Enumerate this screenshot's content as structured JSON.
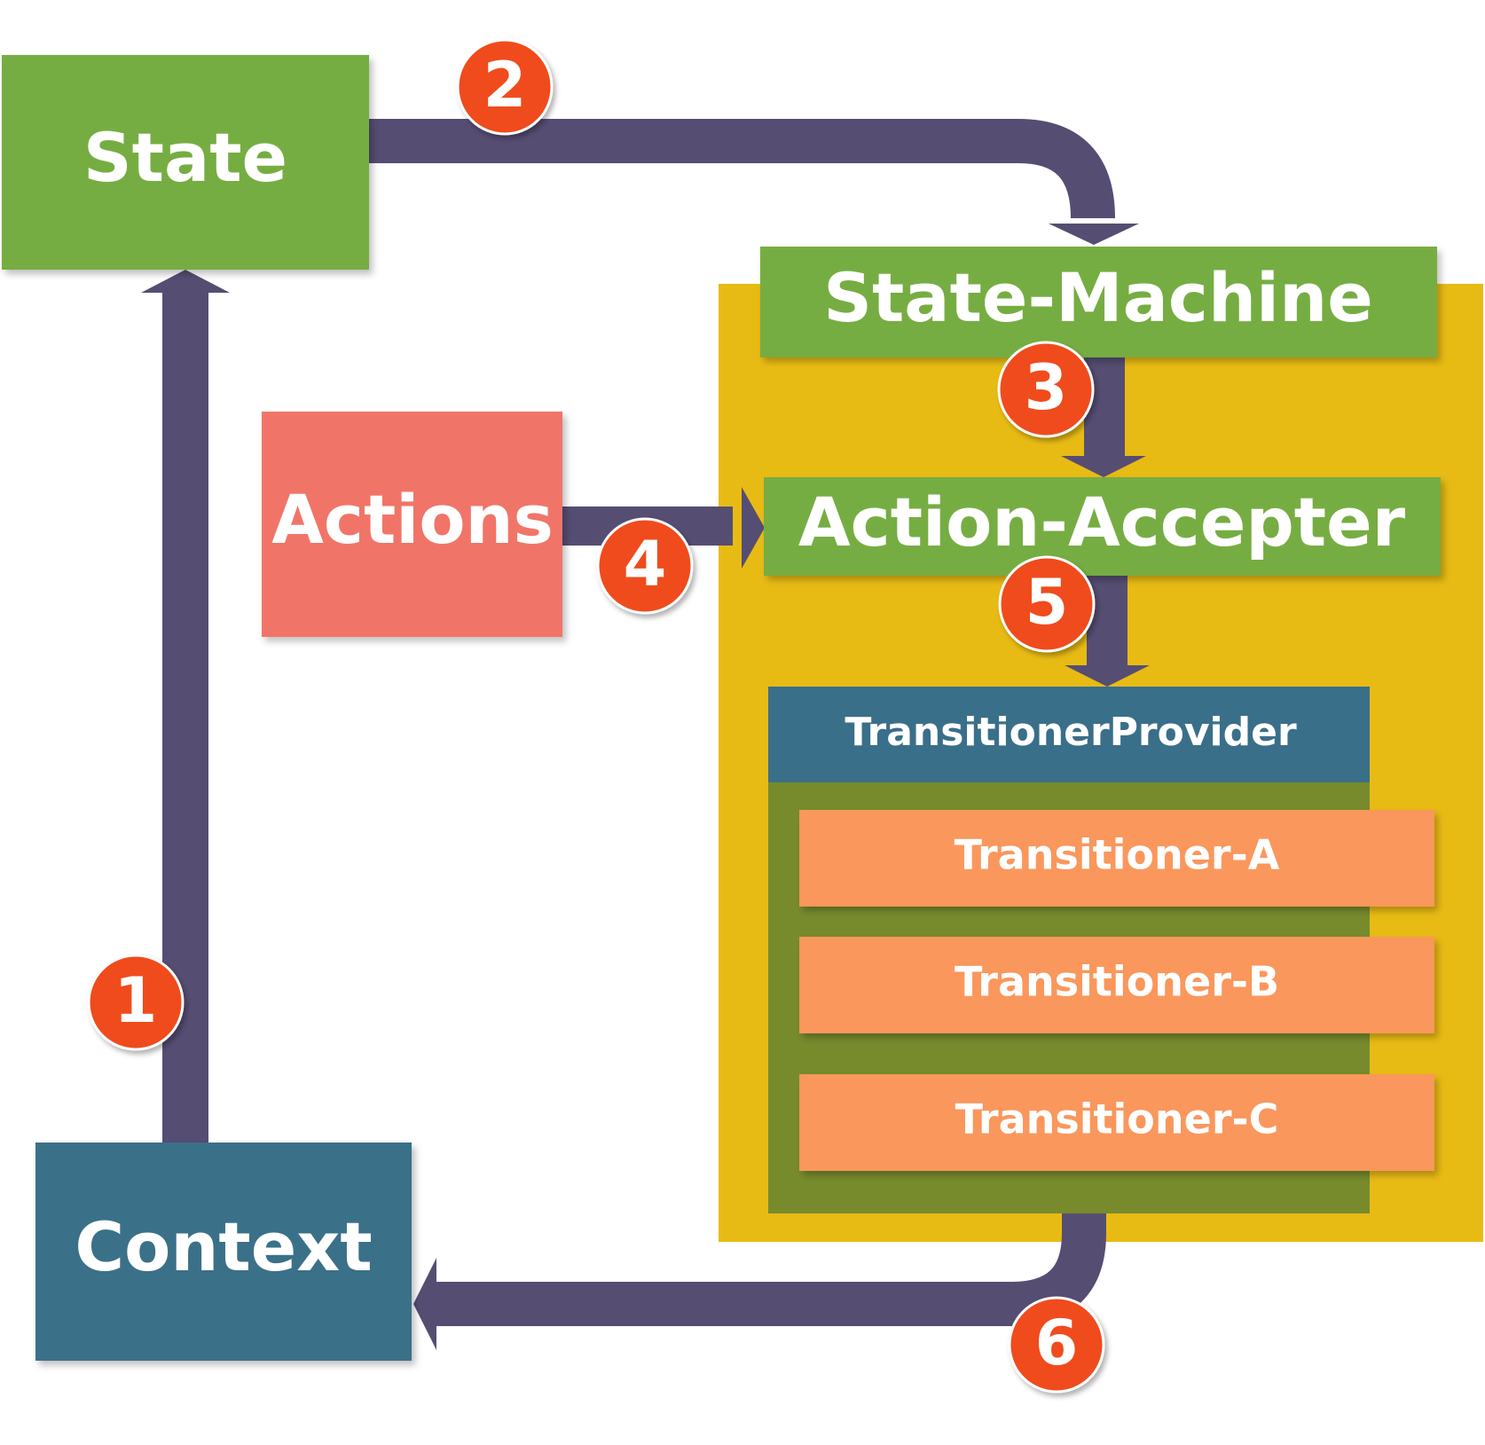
{
  "diagram": {
    "nodes": {
      "state": "State",
      "state_machine": "State-Machine",
      "actions": "Actions",
      "action_accepter": "Action-Accepter",
      "transitioner_provider": "TransitionerProvider",
      "transitioner_a": "Transitioner-A",
      "transitioner_b": "Transitioner-B",
      "transitioner_c": "Transitioner-C",
      "context": "Context"
    },
    "steps": [
      "1",
      "2",
      "3",
      "4",
      "5",
      "6"
    ],
    "colors": {
      "green_box": "#76ad43",
      "yellow_panel": "#e8bb14",
      "olive_panel": "#778b2d",
      "teal_box": "#3a6f89",
      "salmon_box": "#f07468",
      "orange_box": "#fa975b",
      "arrow": "#564d73",
      "badge": "#f04c1c"
    }
  }
}
